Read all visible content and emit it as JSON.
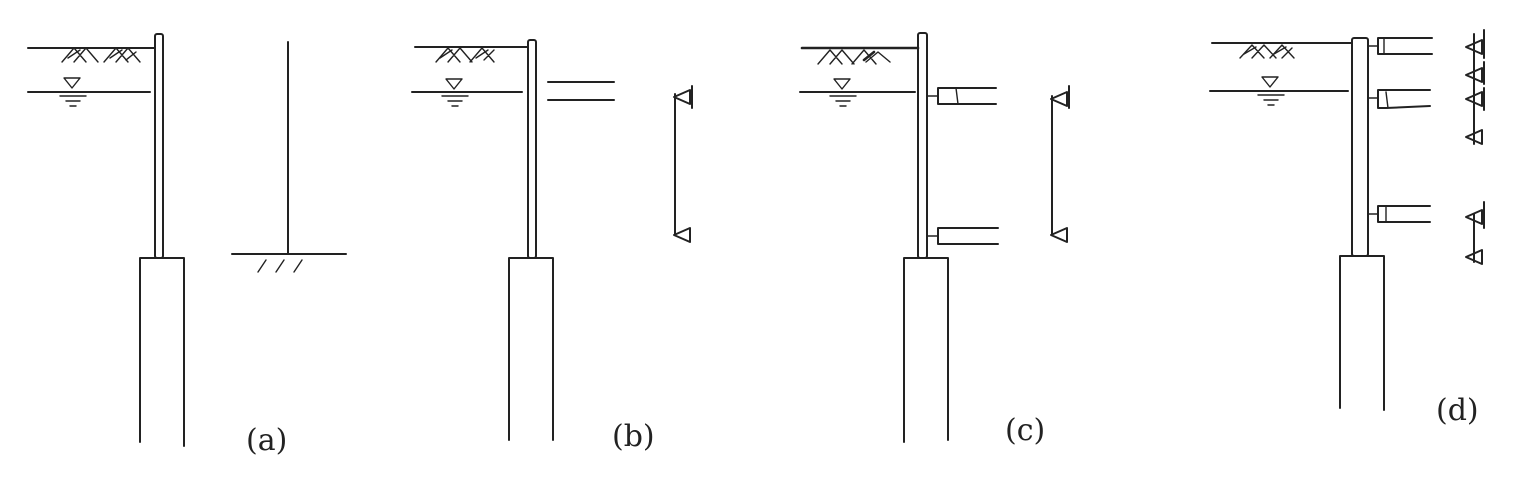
{
  "panels": [
    {
      "id": "a",
      "label": "(a)"
    },
    {
      "id": "b",
      "label": "(b)"
    },
    {
      "id": "c",
      "label": "(c)"
    },
    {
      "id": "d",
      "label": "(d)"
    }
  ],
  "colors": {
    "ink": "#222222",
    "background": "#ffffff"
  }
}
